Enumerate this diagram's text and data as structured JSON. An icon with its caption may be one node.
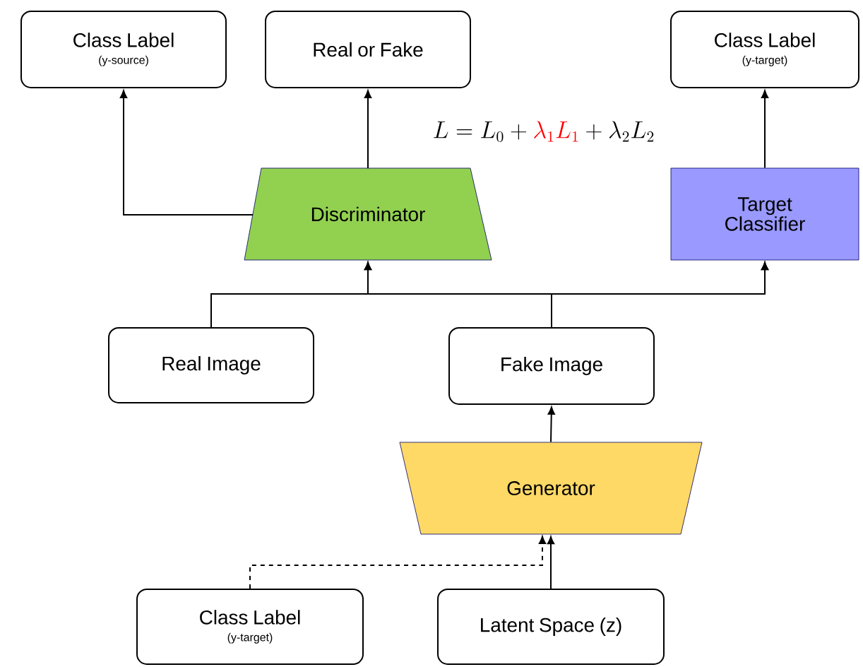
{
  "diagram": {
    "nodes": [
      {
        "text": [
          "Class Label",
          "(y-source)"
        ]
      },
      {
        "text": [
          "Real or Fake"
        ]
      },
      {
        "text": [
          "Class Label",
          "(y-target)"
        ]
      },
      {
        "text": [
          "Discriminator"
        ]
      },
      {
        "text": [
          "Target Classifier"
        ]
      },
      {
        "text": [
          "Real Image"
        ]
      },
      {
        "text": [
          "Fake Image"
        ]
      },
      {
        "text": [
          "Generator"
        ]
      },
      {
        "text": [
          "Class Label",
          "(y-target)"
        ]
      },
      {
        "text": [
          "Latent Space (z)"
        ]
      }
    ],
    "edges": [
      {
        "from": 3,
        "to": 0,
        "arrow": "to"
      },
      {
        "from": 3,
        "to": 1,
        "arrow": "to"
      },
      {
        "from": 4,
        "to": 2,
        "arrow": "to"
      },
      {
        "from": 5,
        "to": 3,
        "arrow": "to"
      },
      {
        "from": 6,
        "to": 3,
        "arrow": "to"
      },
      {
        "from": 5,
        "to": 4,
        "arrow": "to"
      },
      {
        "from": 6,
        "to": 4,
        "arrow": "to"
      },
      {
        "from": 7,
        "to": 6,
        "arrow": "to"
      },
      {
        "from": 9,
        "to": 7,
        "arrow": "to"
      },
      {
        "from": 8,
        "to": 7,
        "arrow": "to",
        "style": "dashed"
      }
    ],
    "labels": [
      "L = L_0 + {\\color{red}\\lambda_1 L_1} + \\lambda_2 L_2"
    ]
  }
}
